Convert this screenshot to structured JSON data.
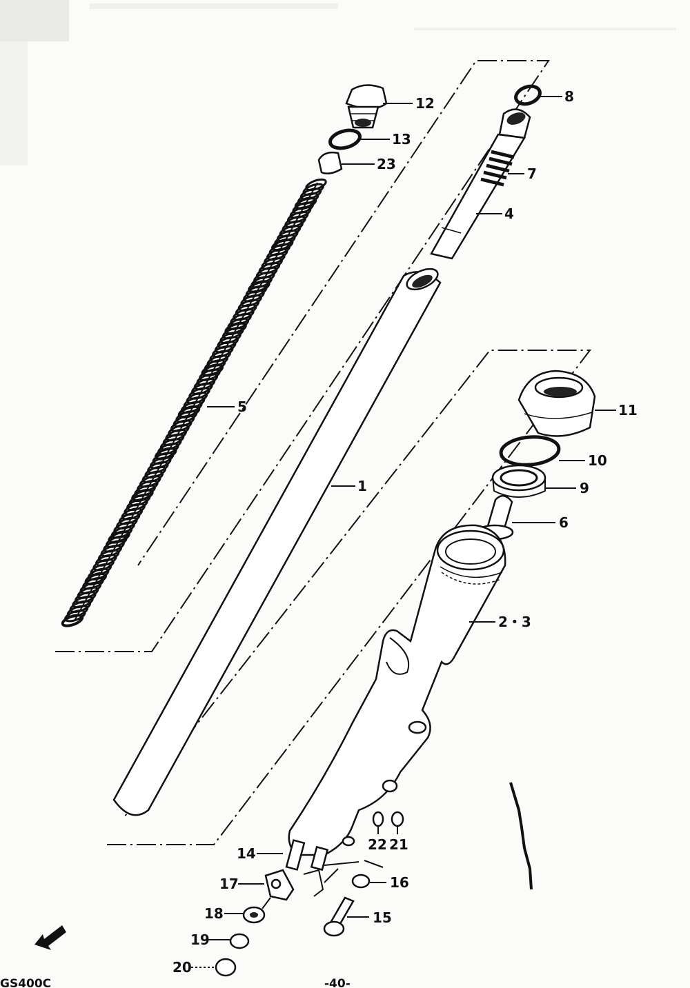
{
  "labels": {
    "p12": "12",
    "p13": "13",
    "p23": "23",
    "p8": "8",
    "p7": "7",
    "p4": "4",
    "p5": "5",
    "p1": "1",
    "p11": "11",
    "p10": "10",
    "p9": "9",
    "p6": "6",
    "p23b": "2・3",
    "p22": "22",
    "p21": "21",
    "p14": "14",
    "p17": "17",
    "p16": "16",
    "p18": "18",
    "p15": "15",
    "p19": "19",
    "p20": "20"
  },
  "footer": {
    "model": "GS400C",
    "page": "-40-"
  },
  "icons": [
    "front-direction-arrow-icon"
  ]
}
